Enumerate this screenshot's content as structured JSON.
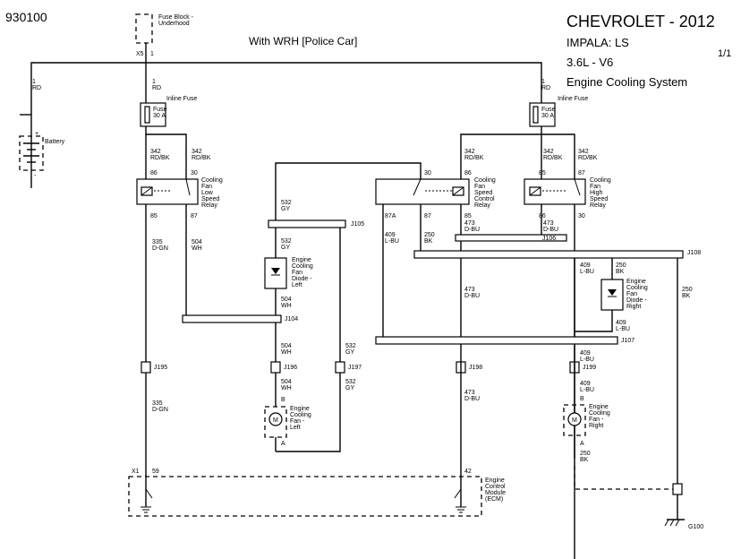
{
  "header": {
    "doc_number": "930100",
    "make_year": "CHEVROLET - 2012",
    "model": "IMPALA: LS",
    "engine": "3.6L - V6",
    "system": "Engine Cooling System",
    "page": "1/1",
    "variant": "With WRH  [Police Car]"
  },
  "components": {
    "fuse_block": [
      "Fuse Block -",
      "Underhood"
    ],
    "fuse_block_pins": {
      "connector": "X5",
      "pin": "1"
    },
    "battery": "Battery",
    "battery_plus": "+",
    "battery_minus": "-",
    "inline_fuse": "Inline Fuse",
    "fuse_label": [
      "Fuse",
      "30 A"
    ],
    "relay_low": [
      "Cooling",
      "Fan",
      "Low",
      "Speed",
      "Relay"
    ],
    "relay_ctrl": [
      "Cooling",
      "Fan",
      "Speed",
      "Control",
      "Relay"
    ],
    "relay_high": [
      "Cooling",
      "Fan",
      "High",
      "Speed",
      "Relay"
    ],
    "diode_left": [
      "Engine",
      "Cooling",
      "Fan",
      "Diode -",
      "Left"
    ],
    "diode_right": [
      "Engine",
      "Cooling",
      "Fan",
      "Diode -",
      "Right"
    ],
    "fan_left": [
      "Engine",
      "Cooling",
      "Fan -",
      "Left"
    ],
    "fan_right": [
      "Engine",
      "Cooling",
      "Fan -",
      "Right"
    ],
    "motor_symbol": "M",
    "ecm": [
      "Engine",
      "Control",
      "Module",
      "(ECM)"
    ],
    "ground": "G100"
  },
  "wires": {
    "w1": [
      "1",
      "RD"
    ],
    "w342": [
      "342",
      "RD/BK"
    ],
    "w335": [
      "335",
      "D-GN"
    ],
    "w504": [
      "504",
      "WH"
    ],
    "w532": [
      "532",
      "GY"
    ],
    "w409": [
      "409",
      "L-BU"
    ],
    "w250": [
      "250",
      "BK"
    ],
    "w473": [
      "473",
      "D-BU"
    ]
  },
  "pins": {
    "p86": "86",
    "p30": "30",
    "p85": "85",
    "p87": "87",
    "p87a": "87A",
    "pA": "A",
    "pB": "B",
    "p59": "59",
    "p42": "42",
    "x1": "X1"
  },
  "connectors": {
    "j104": "J104",
    "j105": "J105",
    "j106": "J106",
    "j107": "J107",
    "j108": "J108",
    "j195": "J195",
    "j196": "J196",
    "j197": "J197",
    "j198": "J198",
    "j199": "J199"
  }
}
